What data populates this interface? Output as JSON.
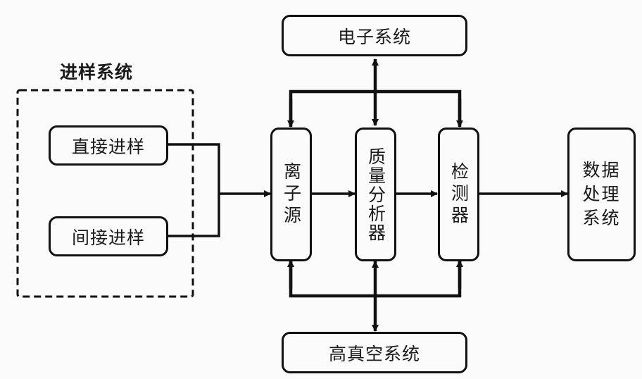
{
  "sampling_system": {
    "title": "进样系统",
    "direct": "直接进样",
    "indirect": "间接进样"
  },
  "electronics": "电子系统",
  "vacuum": "高真空系统",
  "ion_source": "离子源",
  "mass_analyzer": "质量分析器",
  "detector": "检测器",
  "data_processing": "数据处理系统",
  "colors": {
    "line": "#111111",
    "background": "#fbfbfb"
  }
}
